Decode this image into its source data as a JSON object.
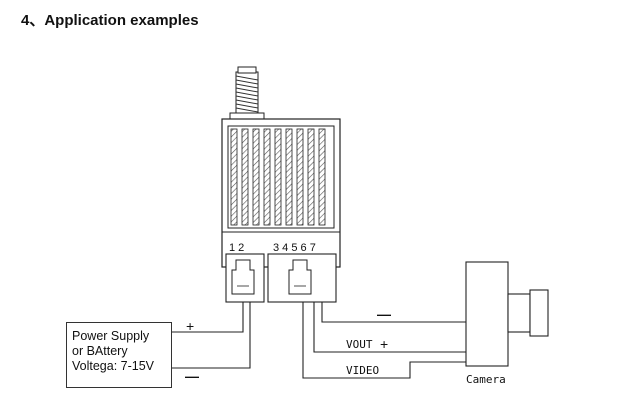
{
  "heading": "4、Application examples",
  "module": {
    "pins_left": "1 2",
    "pins_right": "3 4 5 6 7"
  },
  "power_supply": {
    "line1": "Power Supply",
    "line2": "or BAttery",
    "line3": "Voltega: 7-15V"
  },
  "signs": {
    "psu_plus": "+",
    "psu_minus": "—",
    "cam_minus": "—",
    "vout_plus": "+"
  },
  "wire_labels": {
    "vout": "VOUT",
    "video": "VIDEO"
  },
  "camera_label": "Camera"
}
